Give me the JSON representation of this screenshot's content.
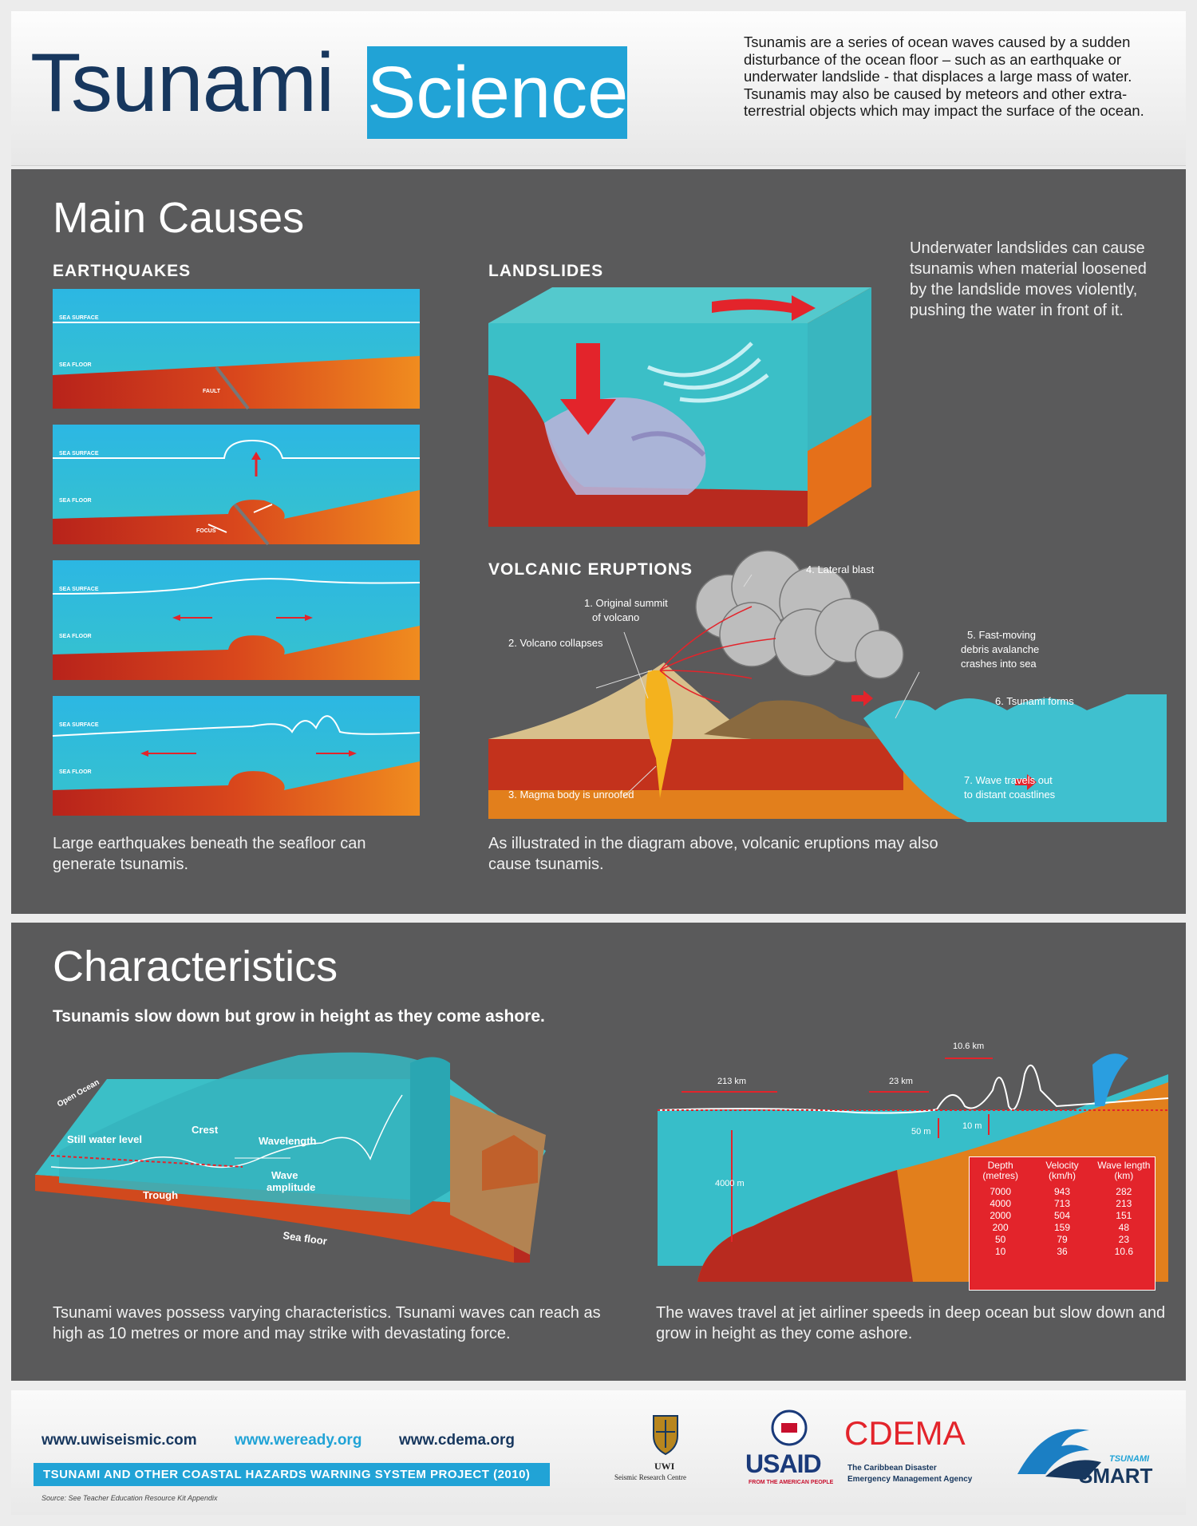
{
  "header": {
    "title_main": "Tsunami",
    "title_box": "Science",
    "intro": "Tsunamis are a series of ocean waves caused by a sudden disturbance of the ocean floor – such as an earthquake or underwater landslide - that displaces a large mass of water.  Tsunamis may also be caused by meteors and other extra-terrestrial objects which may impact the surface of the ocean."
  },
  "causes": {
    "title": "Main Causes",
    "earthquakes": {
      "heading": "EARTHQUAKES",
      "sea_surface": "SEA SURFACE",
      "sea_floor": "SEA FLOOR",
      "fault": "FAULT",
      "focus": "FOCUS",
      "caption": "Large earthquakes beneath the seafloor can generate tsunamis."
    },
    "landslides": {
      "heading": "LANDSLIDES",
      "caption": "Underwater landslides can cause tsunamis when material loosened by the landslide moves violently, pushing the water in front of it."
    },
    "volcanic": {
      "heading": "VOLCANIC ERUPTIONS",
      "label_1a": "1. Original summit",
      "label_1b": "of volcano",
      "label_2": "2. Volcano collapses",
      "label_3": "3. Magma body is unroofed",
      "label_4": "4. Lateral blast",
      "label_5a": "5. Fast-moving",
      "label_5b": "debris avalanche",
      "label_5c": "crashes into sea",
      "label_6": "6. Tsunami forms",
      "label_7a": "7. Wave travels out",
      "label_7b": "to distant coastlines",
      "caption": "As illustrated in the diagram above, volcanic eruptions may also cause tsunamis."
    }
  },
  "characteristics": {
    "title": "Characteristics",
    "subtitle": "Tsunamis slow down but grow in height as they come ashore.",
    "left_diagram": {
      "open_ocean": "Open Ocean",
      "still_water": "Still water level",
      "crest": "Crest",
      "wavelength": "Wavelength",
      "wave": "Wave",
      "amplitude": "amplitude",
      "trough": "Trough",
      "sea_floor": "Sea floor"
    },
    "right_diagram": {
      "w1": "213 km",
      "w2": "23 km",
      "w3": "10.6 km",
      "h1": "50 m",
      "h2": "10 m",
      "depth": "4000 m"
    },
    "table": {
      "headers": [
        [
          "Depth",
          "(metres)"
        ],
        [
          "Velocity",
          "(km/h)"
        ],
        [
          "Wave length",
          "(km)"
        ]
      ],
      "rows": [
        [
          "7000",
          "943",
          "282"
        ],
        [
          "4000",
          "713",
          "213"
        ],
        [
          "2000",
          "504",
          "151"
        ],
        [
          "200",
          "159",
          "48"
        ],
        [
          "50",
          "79",
          "23"
        ],
        [
          "10",
          "36",
          "10.6"
        ]
      ]
    },
    "caption_left": "Tsunami waves possess varying characteristics. Tsunami waves can reach as high as 10 metres or more and may strike with devastating force.",
    "caption_right": "The waves travel at jet airliner speeds in deep ocean but slow down and grow in height as they come ashore."
  },
  "footer": {
    "url1": "www.uwiseismic.com",
    "url2": "www.weready.org",
    "url3": "www.cdema.org",
    "project": "TSUNAMI AND OTHER COASTAL HAZARDS WARNING SYSTEM PROJECT (2010)",
    "source": "Source: See Teacher Education Resource Kit Appendix",
    "uwi": "UWI",
    "uwi_sub": "Seismic Research Centre",
    "usaid": "USAID",
    "usaid_sub": "FROM THE AMERICAN PEOPLE",
    "cdema": "CDEMA",
    "cdema_sub1": "The Caribbean Disaster",
    "cdema_sub2": "Emergency Management Agency",
    "smart1": "TSUNAMI",
    "smart2": "SMART"
  },
  "colors": {
    "navy": "#17375e",
    "cyan": "#21a3d6",
    "panel": "#5a5a5b",
    "water": "#3fc0cf",
    "earth": "#c7391f",
    "red": "#e3242b"
  }
}
